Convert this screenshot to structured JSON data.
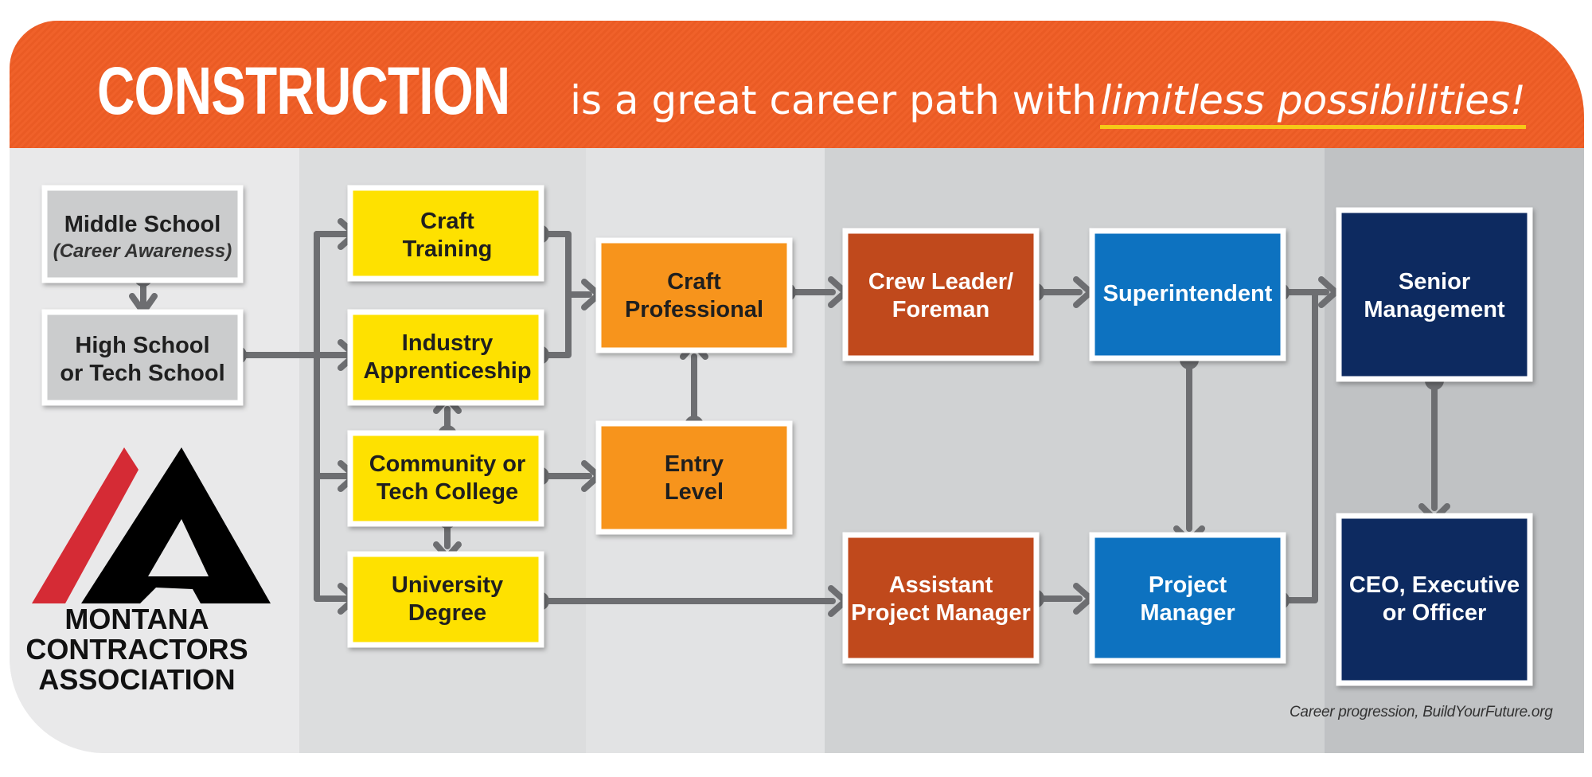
{
  "header": {
    "word_big": "CONSTRUCTION",
    "phrase": "is a great career path with",
    "emphasis": "limitless possibilities!"
  },
  "boxes": {
    "middle_school": {
      "line1": "Middle School",
      "line2": "(Career Awareness)"
    },
    "high_school": {
      "line1": "High School",
      "line2": "or Tech School"
    },
    "craft_training": {
      "line1": "Craft",
      "line2": "Training"
    },
    "industry_apprenticeship": {
      "line1": "Industry",
      "line2": "Apprenticeship"
    },
    "community_college": {
      "line1": "Community or",
      "line2": "Tech College"
    },
    "university_degree": {
      "line1": "University",
      "line2": "Degree"
    },
    "craft_professional": {
      "line1": "Craft",
      "line2": "Professional"
    },
    "entry_level": {
      "line1": "Entry",
      "line2": "Level"
    },
    "crew_leader": {
      "line1": "Crew Leader/",
      "line2": "Foreman"
    },
    "assistant_pm": {
      "line1": "Assistant",
      "line2": "Project Manager"
    },
    "superintendent": {
      "line1": "Superintendent"
    },
    "project_manager": {
      "line1": "Project",
      "line2": "Manager"
    },
    "senior_management": {
      "line1": "Senior",
      "line2": "Management"
    },
    "ceo": {
      "line1": "CEO, Executive",
      "line2": "or Officer"
    }
  },
  "logo": {
    "line1": "MONTANA",
    "line2": "CONTRACTORS",
    "line3": "ASSOCIATION"
  },
  "credit": "Career progression, BuildYourFuture.org",
  "colors": {
    "banner": "#ee5f28",
    "highlight_underline": "#f6c917",
    "education_yellow": "#fee100",
    "craft_orange": "#f7941e",
    "leader_rust": "#c04a1a",
    "manager_blue": "#0a72c0",
    "executive_navy": "#0b2a61",
    "connector_gray": "#6d6e71",
    "logo_red": "#d52b35"
  }
}
